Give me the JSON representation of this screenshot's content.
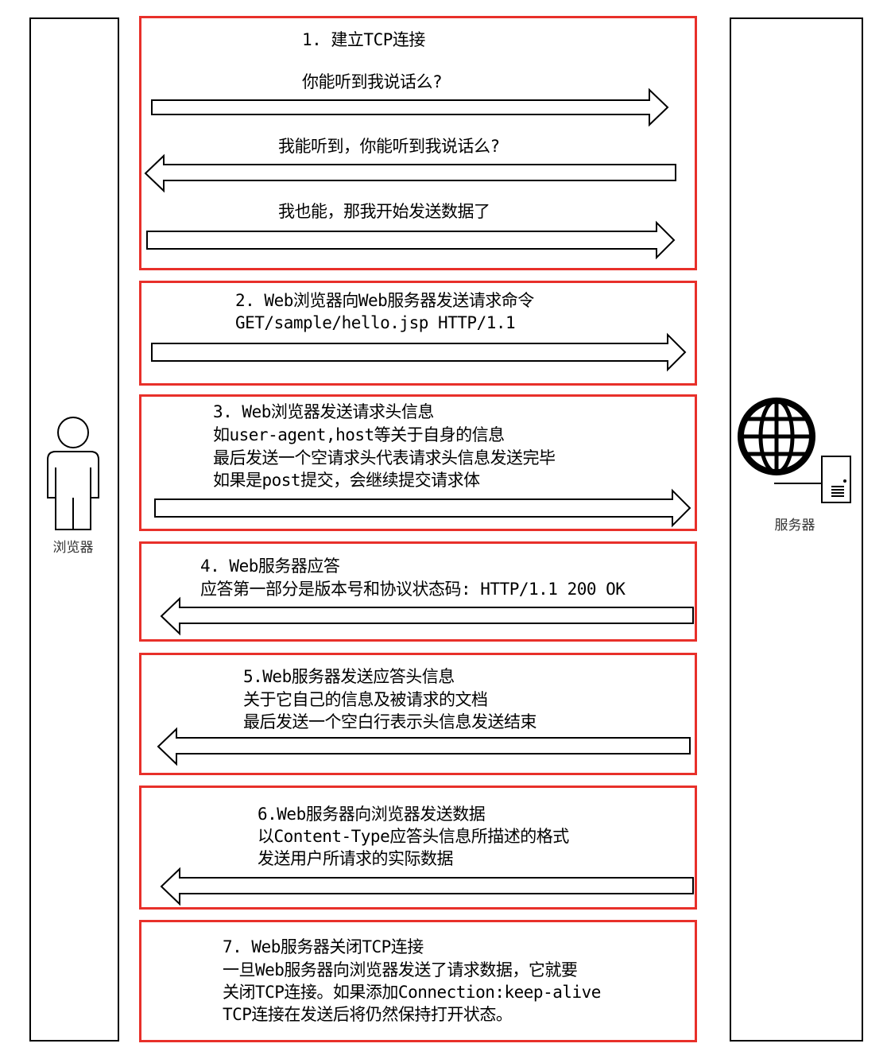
{
  "browser": {
    "label": "浏览器"
  },
  "server": {
    "label": "服务器"
  },
  "steps": [
    {
      "title": "1. 建立TCP连接",
      "messages": [
        {
          "text": "你能听到我说话么?",
          "direction": "right"
        },
        {
          "text": "我能听到，你能听到我说话么?",
          "direction": "left"
        },
        {
          "text": "我也能，那我开始发送数据了",
          "direction": "right"
        }
      ]
    },
    {
      "title": "2. Web浏览器向Web服务器发送请求命令",
      "lines": [
        "GET/sample/hello.jsp HTTP/1.1"
      ],
      "direction": "right"
    },
    {
      "title": "3. Web浏览器发送请求头信息",
      "lines": [
        "如user-agent,host等关于自身的信息",
        "最后发送一个空请求头代表请求头信息发送完毕",
        "如果是post提交，会继续提交请求体"
      ],
      "direction": "right"
    },
    {
      "title": "4. Web服务器应答",
      "lines": [
        "应答第一部分是版本号和协议状态码: HTTP/1.1 200 OK"
      ],
      "direction": "left"
    },
    {
      "title": "5.Web服务器发送应答头信息",
      "lines": [
        "关于它自己的信息及被请求的文档",
        "最后发送一个空白行表示头信息发送结束"
      ],
      "direction": "left"
    },
    {
      "title": "6.Web服务器向浏览器发送数据",
      "lines": [
        "以Content-Type应答头信息所描述的格式",
        "发送用户所请求的实际数据"
      ],
      "direction": "left"
    },
    {
      "title": "7. Web服务器关闭TCP连接",
      "lines": [
        "一旦Web服务器向浏览器发送了请求数据，它就要",
        "关闭TCP连接。如果添加Connection:keep-alive",
        "TCP连接在发送后将仍然保持打开状态。"
      ]
    }
  ]
}
